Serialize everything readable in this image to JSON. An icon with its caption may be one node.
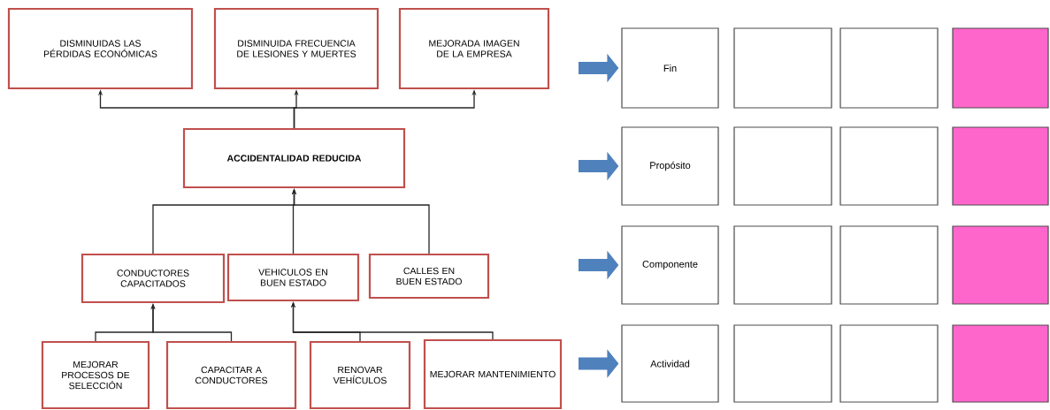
{
  "diagram": {
    "nodes": [
      {
        "text": [
          "DISMINUIDAS LAS PÉRDIDAS ECONÓMICAS"
        ]
      },
      {
        "text": [
          "DISMINUIDA FRECUENCIA DE LESIONES Y MUERTES"
        ]
      },
      {
        "text": [
          "MEJORADA IMAGEN DE LA EMPRESA"
        ]
      },
      {
        "text": [
          "ACCIDENTALIDAD REDUCIDA"
        ]
      },
      {
        "text": [
          "CONDUCTORES CAPACITADOS"
        ]
      },
      {
        "text": [
          "VEHICULOS EN BUEN ESTADO"
        ]
      },
      {
        "text": [
          "CALLES EN BUEN ESTADO"
        ]
      },
      {
        "text": [
          "MEJORAR PROCESOS DE SELECCIÓN"
        ]
      },
      {
        "text": [
          "CAPACITAR A CONDUCTORES"
        ]
      },
      {
        "text": [
          "RENOVAR VEHÍCULOS"
        ]
      },
      {
        "text": [
          "MEJORAR MANTENIMIENTO"
        ]
      },
      {
        "text": [
          "Fin"
        ]
      },
      {
        "text": [],
        "shape": "box"
      },
      {
        "text": [],
        "shape": "box"
      },
      {
        "text": [],
        "shape": "box"
      },
      {
        "text": [
          "Propósito"
        ]
      },
      {
        "text": [],
        "shape": "box"
      },
      {
        "text": [],
        "shape": "box"
      },
      {
        "text": [],
        "shape": "box"
      },
      {
        "text": [
          "Componente"
        ]
      },
      {
        "text": [],
        "shape": "box"
      },
      {
        "text": [],
        "shape": "box"
      },
      {
        "text": [],
        "shape": "box"
      },
      {
        "text": [
          "Actividad"
        ]
      },
      {
        "text": [],
        "shape": "box"
      },
      {
        "text": [],
        "shape": "box"
      },
      {
        "text": [],
        "shape": "box"
      }
    ],
    "edges": [
      {
        "from": 3,
        "to": 0,
        "arrow": "to"
      },
      {
        "from": 3,
        "to": 1,
        "arrow": "to"
      },
      {
        "from": 3,
        "to": 2,
        "arrow": "to"
      },
      {
        "from": 4,
        "to": 3,
        "arrow": "to"
      },
      {
        "from": 5,
        "to": 3,
        "arrow": "to"
      },
      {
        "from": 6,
        "to": 3,
        "arrow": "to"
      },
      {
        "from": 7,
        "to": 4,
        "arrow": "to"
      },
      {
        "from": 8,
        "to": 4,
        "arrow": "to"
      },
      {
        "from": 9,
        "to": 5,
        "arrow": "to"
      },
      {
        "from": 10,
        "to": 5,
        "arrow": "to"
      },
      {
        "from": null,
        "to": 11,
        "arrow": "to",
        "style": "thick",
        "color": "#4f81bd"
      },
      {
        "from": null,
        "to": 15,
        "arrow": "to",
        "style": "thick",
        "color": "#4f81bd"
      },
      {
        "from": null,
        "to": 19,
        "arrow": "to",
        "style": "thick",
        "color": "#4f81bd"
      },
      {
        "from": null,
        "to": 23,
        "arrow": "to",
        "style": "thick",
        "color": "#4f81bd"
      }
    ]
  }
}
